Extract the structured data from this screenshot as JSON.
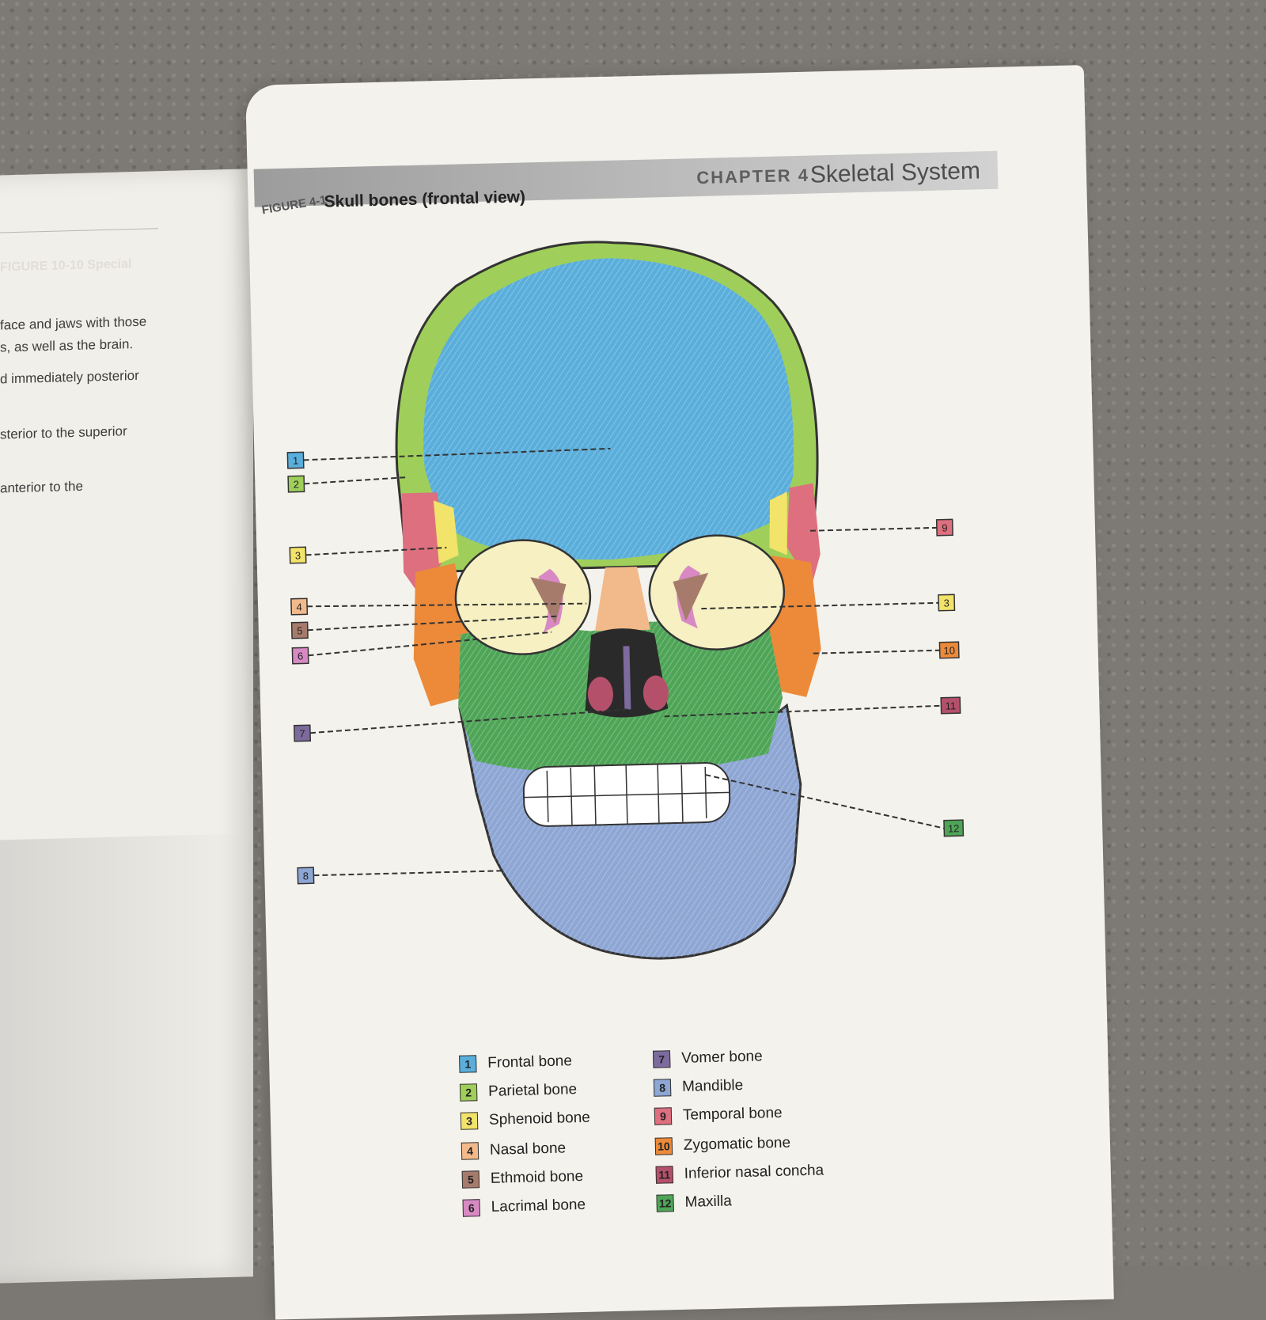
{
  "left_page": {
    "faint_heading": "FIGURE 10-10 Special",
    "lines": [
      "face and jaws with those",
      "s, as well as the brain.",
      "d immediately posterior",
      "sterior to the superior",
      "anterior to the"
    ]
  },
  "header": {
    "chapter_number": "CHAPTER 4",
    "chapter_title": "Skeletal System"
  },
  "figure": {
    "label": "FIGURE 4-1",
    "title": "Skull bones (frontal view)"
  },
  "callouts": {
    "left": [
      "1",
      "2",
      "3",
      "4",
      "5",
      "6",
      "7",
      "8"
    ],
    "right": [
      "9",
      "3",
      "10",
      "11",
      "12"
    ]
  },
  "legend": {
    "col1": [
      {
        "num": "1",
        "name": "Frontal bone",
        "color": "#5aaedb"
      },
      {
        "num": "2",
        "name": "Parietal bone",
        "color": "#9fcf5a"
      },
      {
        "num": "3",
        "name": "Sphenoid bone",
        "color": "#f2e36a"
      },
      {
        "num": "4",
        "name": "Nasal bone",
        "color": "#f2b98a"
      },
      {
        "num": "5",
        "name": "Ethmoid bone",
        "color": "#a77b6c"
      },
      {
        "num": "6",
        "name": "Lacrimal bone",
        "color": "#d889c4"
      }
    ],
    "col2": [
      {
        "num": "7",
        "name": "Vomer bone",
        "color": "#7d6b9e"
      },
      {
        "num": "8",
        "name": "Mandible",
        "color": "#8ea6d4"
      },
      {
        "num": "9",
        "name": "Temporal bone",
        "color": "#de6f7e"
      },
      {
        "num": "10",
        "name": "Zygomatic bone",
        "color": "#ec8a3a"
      },
      {
        "num": "11",
        "name": "Inferior nasal concha",
        "color": "#b5506b"
      },
      {
        "num": "12",
        "name": "Maxilla",
        "color": "#4fa557"
      }
    ]
  }
}
